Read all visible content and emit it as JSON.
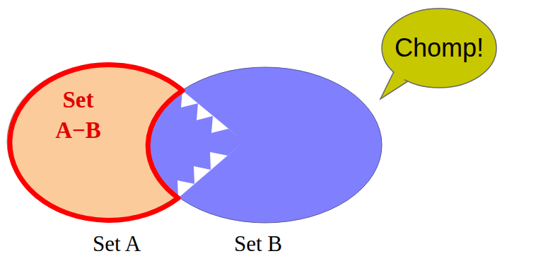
{
  "diagram": {
    "nodes": [
      {
        "text": [
          "Set A−B",
          "Set A"
        ]
      },
      {
        "text": [
          "Set B"
        ]
      },
      {
        "text": [
          "Chomp!"
        ]
      }
    ]
  }
}
